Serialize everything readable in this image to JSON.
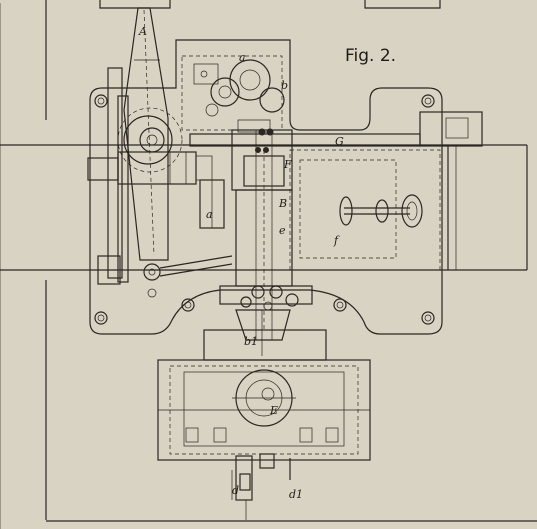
{
  "figure": {
    "title": "Fig. 2."
  },
  "labels": {
    "A": "A",
    "a_top": "a",
    "b_top": "b",
    "G": "G",
    "F": "F",
    "a_left": "a",
    "B": "B",
    "e": "e",
    "f": "f",
    "b1": "b1",
    "E": "E",
    "d": "d",
    "d1": "d1"
  },
  "colors": {
    "paper": "#d9d3c3",
    "ink": "#2a2722"
  }
}
